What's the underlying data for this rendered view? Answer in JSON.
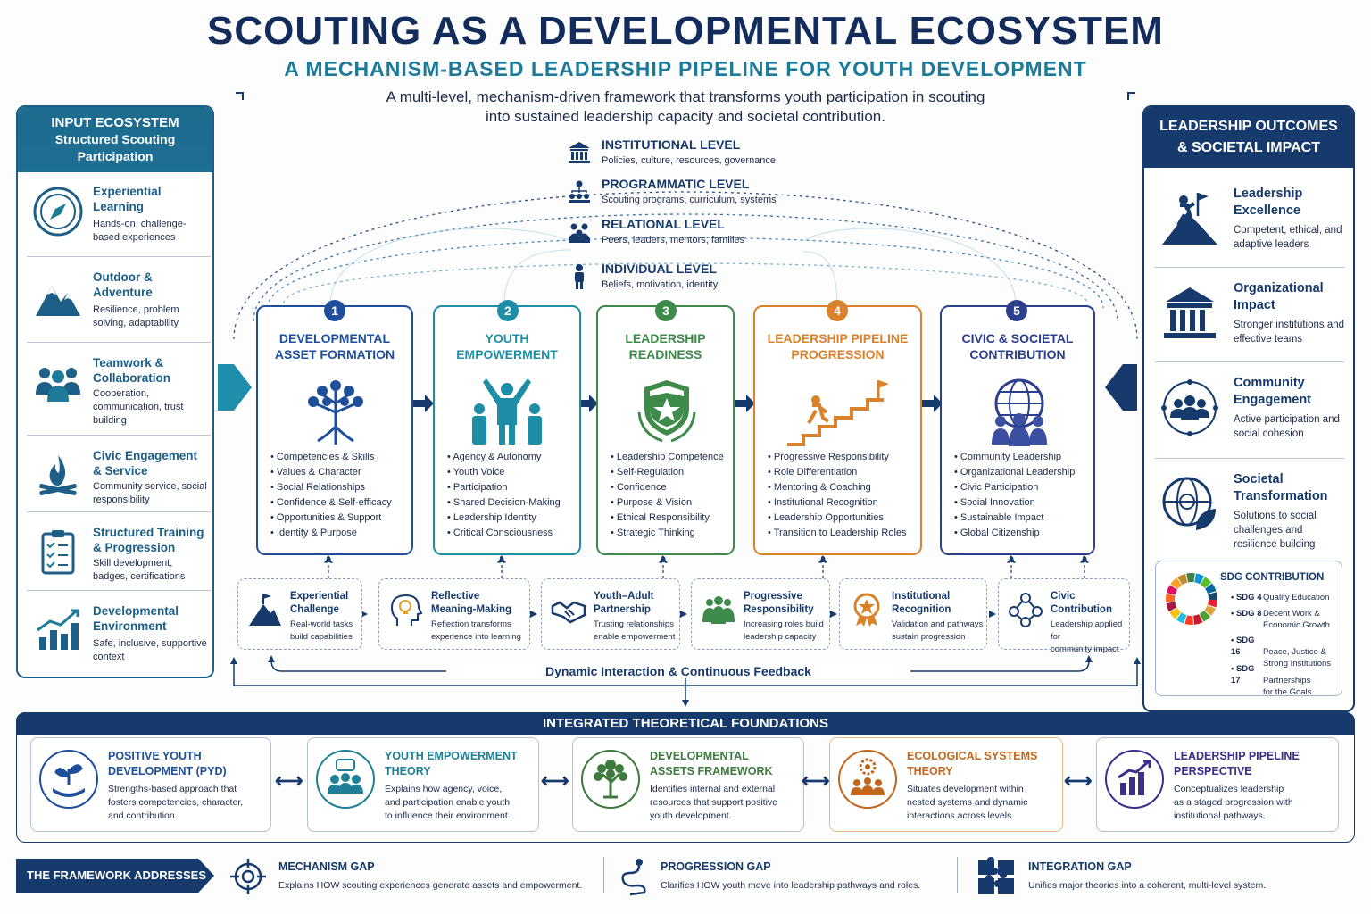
{
  "title": "SCOUTING AS A DEVELOPMENTAL ECOSYSTEM",
  "subtitle": "A MECHANISM-BASED LEADERSHIP PIPELINE FOR YOUTH DEVELOPMENT",
  "description_line1": "A multi-level, mechanism-driven framework that transforms youth participation in scouting",
  "description_line2": "into sustained leadership capacity and societal contribution.",
  "input": {
    "head1": "INPUT ECOSYSTEM",
    "head2": "Structured Scouting",
    "head3": "Participation",
    "items": [
      {
        "title": "Experiential Learning",
        "desc": "Hands-on, challenge-based experiences",
        "icon": "compass-icon"
      },
      {
        "title": "Outdoor & Adventure",
        "desc": "Resilience, problem solving, adaptability",
        "icon": "mountain-icon"
      },
      {
        "title": "Teamwork & Collaboration",
        "desc": "Cooperation, communication, trust building",
        "icon": "team-icon"
      },
      {
        "title": "Civic Engagement & Service",
        "desc": "Community service, social responsibility",
        "icon": "campfire-icon"
      },
      {
        "title": "Structured Training & Progression",
        "desc": "Skill development, badges, certifications",
        "icon": "clipboard-icon"
      },
      {
        "title": "Developmental Environment",
        "desc": "Safe, inclusive, supportive context",
        "icon": "growth-chart-icon"
      }
    ]
  },
  "levels": [
    {
      "title": "INSTITUTIONAL LEVEL",
      "desc": "Policies, culture, resources, governance",
      "icon": "institution-icon"
    },
    {
      "title": "PROGRAMMATIC LEVEL",
      "desc": "Scouting programs, curriculum, systems",
      "icon": "hierarchy-icon"
    },
    {
      "title": "RELATIONAL LEVEL",
      "desc": "Peers, leaders, mentors, families",
      "icon": "group-icon"
    },
    {
      "title": "INDIVIDUAL LEVEL",
      "desc": "Beliefs, motivation, identity",
      "icon": "person-icon"
    }
  ],
  "stages": [
    {
      "num": "1",
      "title1": "DEVELOPMENTAL",
      "title2": "ASSET FORMATION",
      "color": "#1f4f9a",
      "items": [
        "Competencies & Skills",
        "Values & Character",
        "Social Relationships",
        "Confidence & Self-efficacy",
        "Opportunities & Support",
        "Identity & Purpose"
      ]
    },
    {
      "num": "2",
      "title1": "YOUTH",
      "title2": "EMPOWERMENT",
      "color": "#1e8ea6",
      "items": [
        "Agency & Autonomy",
        "Youth Voice",
        "Participation",
        "Shared Decision-Making",
        "Leadership Identity",
        "Critical Consciousness"
      ]
    },
    {
      "num": "3",
      "title1": "LEADERSHIP",
      "title2": "READINESS",
      "color": "#3e8a4a",
      "items": [
        "Leadership Competence",
        "Self-Regulation",
        "Confidence",
        "Purpose & Vision",
        "Ethical Responsibility",
        "Strategic Thinking"
      ]
    },
    {
      "num": "4",
      "title1": "LEADERSHIP PIPELINE",
      "title2": "PROGRESSION",
      "color": "#d9822b",
      "items": [
        "Progressive Responsibility",
        "Role Differentiation",
        "Mentoring & Coaching",
        "Institutional Recognition",
        "Leadership Opportunities",
        "Transition to Leadership Roles"
      ]
    },
    {
      "num": "5",
      "title1": "CIVIC & SOCIETAL",
      "title2": "CONTRIBUTION",
      "color": "#2c3f8c",
      "items": [
        "Community Leadership",
        "Organizational Leadership",
        "Civic Participation",
        "Social Innovation",
        "Sustainable Impact",
        "Global Citizenship"
      ]
    }
  ],
  "mechanisms": [
    {
      "title1": "Experiential",
      "title2": "Challenge",
      "d1": "Real-world tasks",
      "d2": "build capabilities",
      "icon": "flag-mountain-icon"
    },
    {
      "title1": "Reflective",
      "title2": "Meaning-Making",
      "d1": "Reflection transforms",
      "d2": "experience into learning",
      "icon": "head-bulb-icon"
    },
    {
      "title1": "Youth–Adult",
      "title2": "Partnership",
      "d1": "Trusting relationships",
      "d2": "enable empowerment",
      "icon": "handshake-icon"
    },
    {
      "title1": "Progressive",
      "title2": "Responsibility",
      "d1": "Increasing roles build",
      "d2": "leadership capacity",
      "icon": "people-icon"
    },
    {
      "title1": "Institutional",
      "title2": "Recognition",
      "d1": "Validation and pathways",
      "d2": "sustain progression",
      "icon": "medal-icon"
    },
    {
      "title1": "Civic",
      "title2": "Contribution",
      "d1": "Leadership applied for",
      "d2": "community impact",
      "icon": "network-icon"
    }
  ],
  "feedback_label": "Dynamic Interaction & Continuous Feedback",
  "outcomes": {
    "head1": "LEADERSHIP OUTCOMES",
    "head2": "& SOCIETAL IMPACT",
    "items": [
      {
        "title": "Leadership Excellence",
        "desc": "Competent, ethical, and adaptive leaders",
        "icon": "summit-flag-icon"
      },
      {
        "title": "Organizational Impact",
        "desc": "Stronger institutions and effective teams",
        "icon": "building-icon"
      },
      {
        "title": "Community Engagement",
        "desc": "Active participation and social cohesion",
        "icon": "community-icon"
      },
      {
        "title": "Societal Transformation",
        "desc": "Solutions to social challenges and resilience building",
        "icon": "globe-leaf-icon"
      }
    ],
    "sdg_title": "SDG CONTRIBUTION",
    "sdgs": [
      {
        "code": "• SDG 4",
        "label1": "Quality Education",
        "label2": ""
      },
      {
        "code": "• SDG 8",
        "label1": "Decent Work &",
        "label2": "Economic Growth"
      },
      {
        "code": "• SDG 16",
        "label1": "Peace, Justice &",
        "label2": "Strong Institutions"
      },
      {
        "code": "• SDG 17",
        "label1": "Partnerships",
        "label2": "for the Goals"
      }
    ]
  },
  "foundations": {
    "head": "INTEGRATED THEORETICAL FOUNDATIONS",
    "items": [
      {
        "t1": "POSITIVE YOUTH",
        "t2": "DEVELOPMENT (PYD)",
        "d1": "Strengths-based approach that",
        "d2": "fosters competencies, character,",
        "d3": "and contribution.",
        "color": "#1f4f9a",
        "icon": "sprout-hand-icon"
      },
      {
        "t1": "YOUTH EMPOWERMENT",
        "t2": "THEORY",
        "d1": "Explains how agency, voice,",
        "d2": "and participation enable youth",
        "d3": "to influence their environment.",
        "color": "#1e7f96",
        "icon": "speech-group-icon"
      },
      {
        "t1": "DEVELOPMENTAL",
        "t2": "ASSETS FRAMEWORK",
        "d1": "Identifies internal and external",
        "d2": "resources that support positive",
        "d3": "youth development.",
        "color": "#3e7a3e",
        "icon": "tree-icon"
      },
      {
        "t1": "ECOLOGICAL SYSTEMS",
        "t2": "THEORY",
        "d1": "Situates development within",
        "d2": "nested systems and dynamic",
        "d3": "interactions across levels.",
        "color": "#c0671e",
        "icon": "ecosystem-icon"
      },
      {
        "t1": "LEADERSHIP PIPELINE",
        "t2": "PERSPECTIVE",
        "d1": "Conceptualizes leadership",
        "d2": "as a staged progression with",
        "d3": "institutional pathways.",
        "color": "#3a2f8a",
        "icon": "bar-growth-icon"
      }
    ]
  },
  "addresses": {
    "label": "THE FRAMEWORK ADDRESSES",
    "gaps": [
      {
        "title": "MECHANISM GAP",
        "desc": "Explains HOW scouting experiences generate assets and empowerment.",
        "icon": "target-icon"
      },
      {
        "title": "PROGRESSION GAP",
        "desc": "Clarifies HOW youth move into leadership pathways and roles.",
        "icon": "path-icon"
      },
      {
        "title": "INTEGRATION GAP",
        "desc": "Unifies major theories into a coherent, multi-level system.",
        "icon": "puzzle-icon"
      }
    ]
  }
}
